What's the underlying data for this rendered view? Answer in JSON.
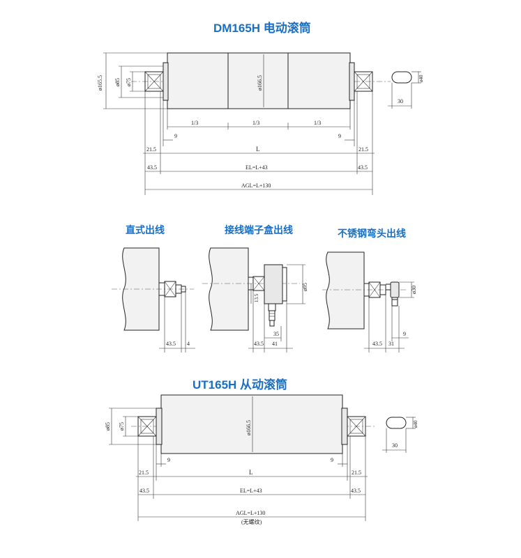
{
  "titles": {
    "motorized": "DM165H 电动滚筒",
    "straight_outlet": "直式出线",
    "junction_box": "接线端子盒出线",
    "stainless_elbow": "不锈钢弯头出线",
    "idler": "UT165H 从动滚筒"
  },
  "motorized": {
    "dia_outer": "ø165.5",
    "dia_85": "ø85",
    "dia_75": "ø75",
    "dia_shell": "ø166.5",
    "third": "1/3",
    "nine": "9",
    "flat": "21.5",
    "L": "L",
    "EL": "EL=L+43",
    "shaft": "43.5",
    "AGL": "AGL=L+130",
    "shaft_dia": "ø40",
    "shaft_len": "30"
  },
  "outlets": {
    "straight_a": "43.5",
    "straight_b": "4",
    "box_a": "43.5",
    "box_b": "41",
    "box_c": "35",
    "box_d": "13.5",
    "box_dia": "ø95",
    "elbow_a": "43.5",
    "elbow_b": "31",
    "elbow_c": "9",
    "elbow_dia": "ø30"
  },
  "idler": {
    "dia_85": "ø85",
    "dia_75": "ø75",
    "dia_shell": "ø166.5",
    "nine": "9",
    "flat": "21.5",
    "L": "L",
    "EL": "EL=L+43",
    "shaft": "43.5",
    "AGL": "AGL=L+130",
    "note": "(无螺纹)",
    "shaft_dia": "ø40",
    "shaft_len": "30"
  }
}
